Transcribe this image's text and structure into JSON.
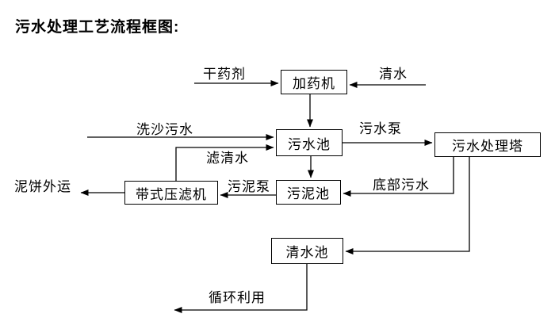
{
  "title": "污水处理工艺流程框图:",
  "nodes": {
    "dosing_machine": "加药机",
    "sewage_pool": "污水池",
    "treatment_tower": "污水处理塔",
    "belt_filter_press": "带式压滤机",
    "sludge_pool": "污泥池",
    "clean_water_pool": "清水池"
  },
  "flows": {
    "dry_agent": "干药剂",
    "clean_water": "清水",
    "sand_wash_sewage": "洗沙污水",
    "filtered_water": "滤清水",
    "sewage_pump": "污水泵",
    "sludge_pump": "污泥泵",
    "bottom_sewage": "底部污水",
    "mud_cake_out": "泥饼外运",
    "recycle_use": "循环利用"
  },
  "colors": {
    "line": "#000000",
    "background": "#ffffff",
    "text": "#000000"
  }
}
